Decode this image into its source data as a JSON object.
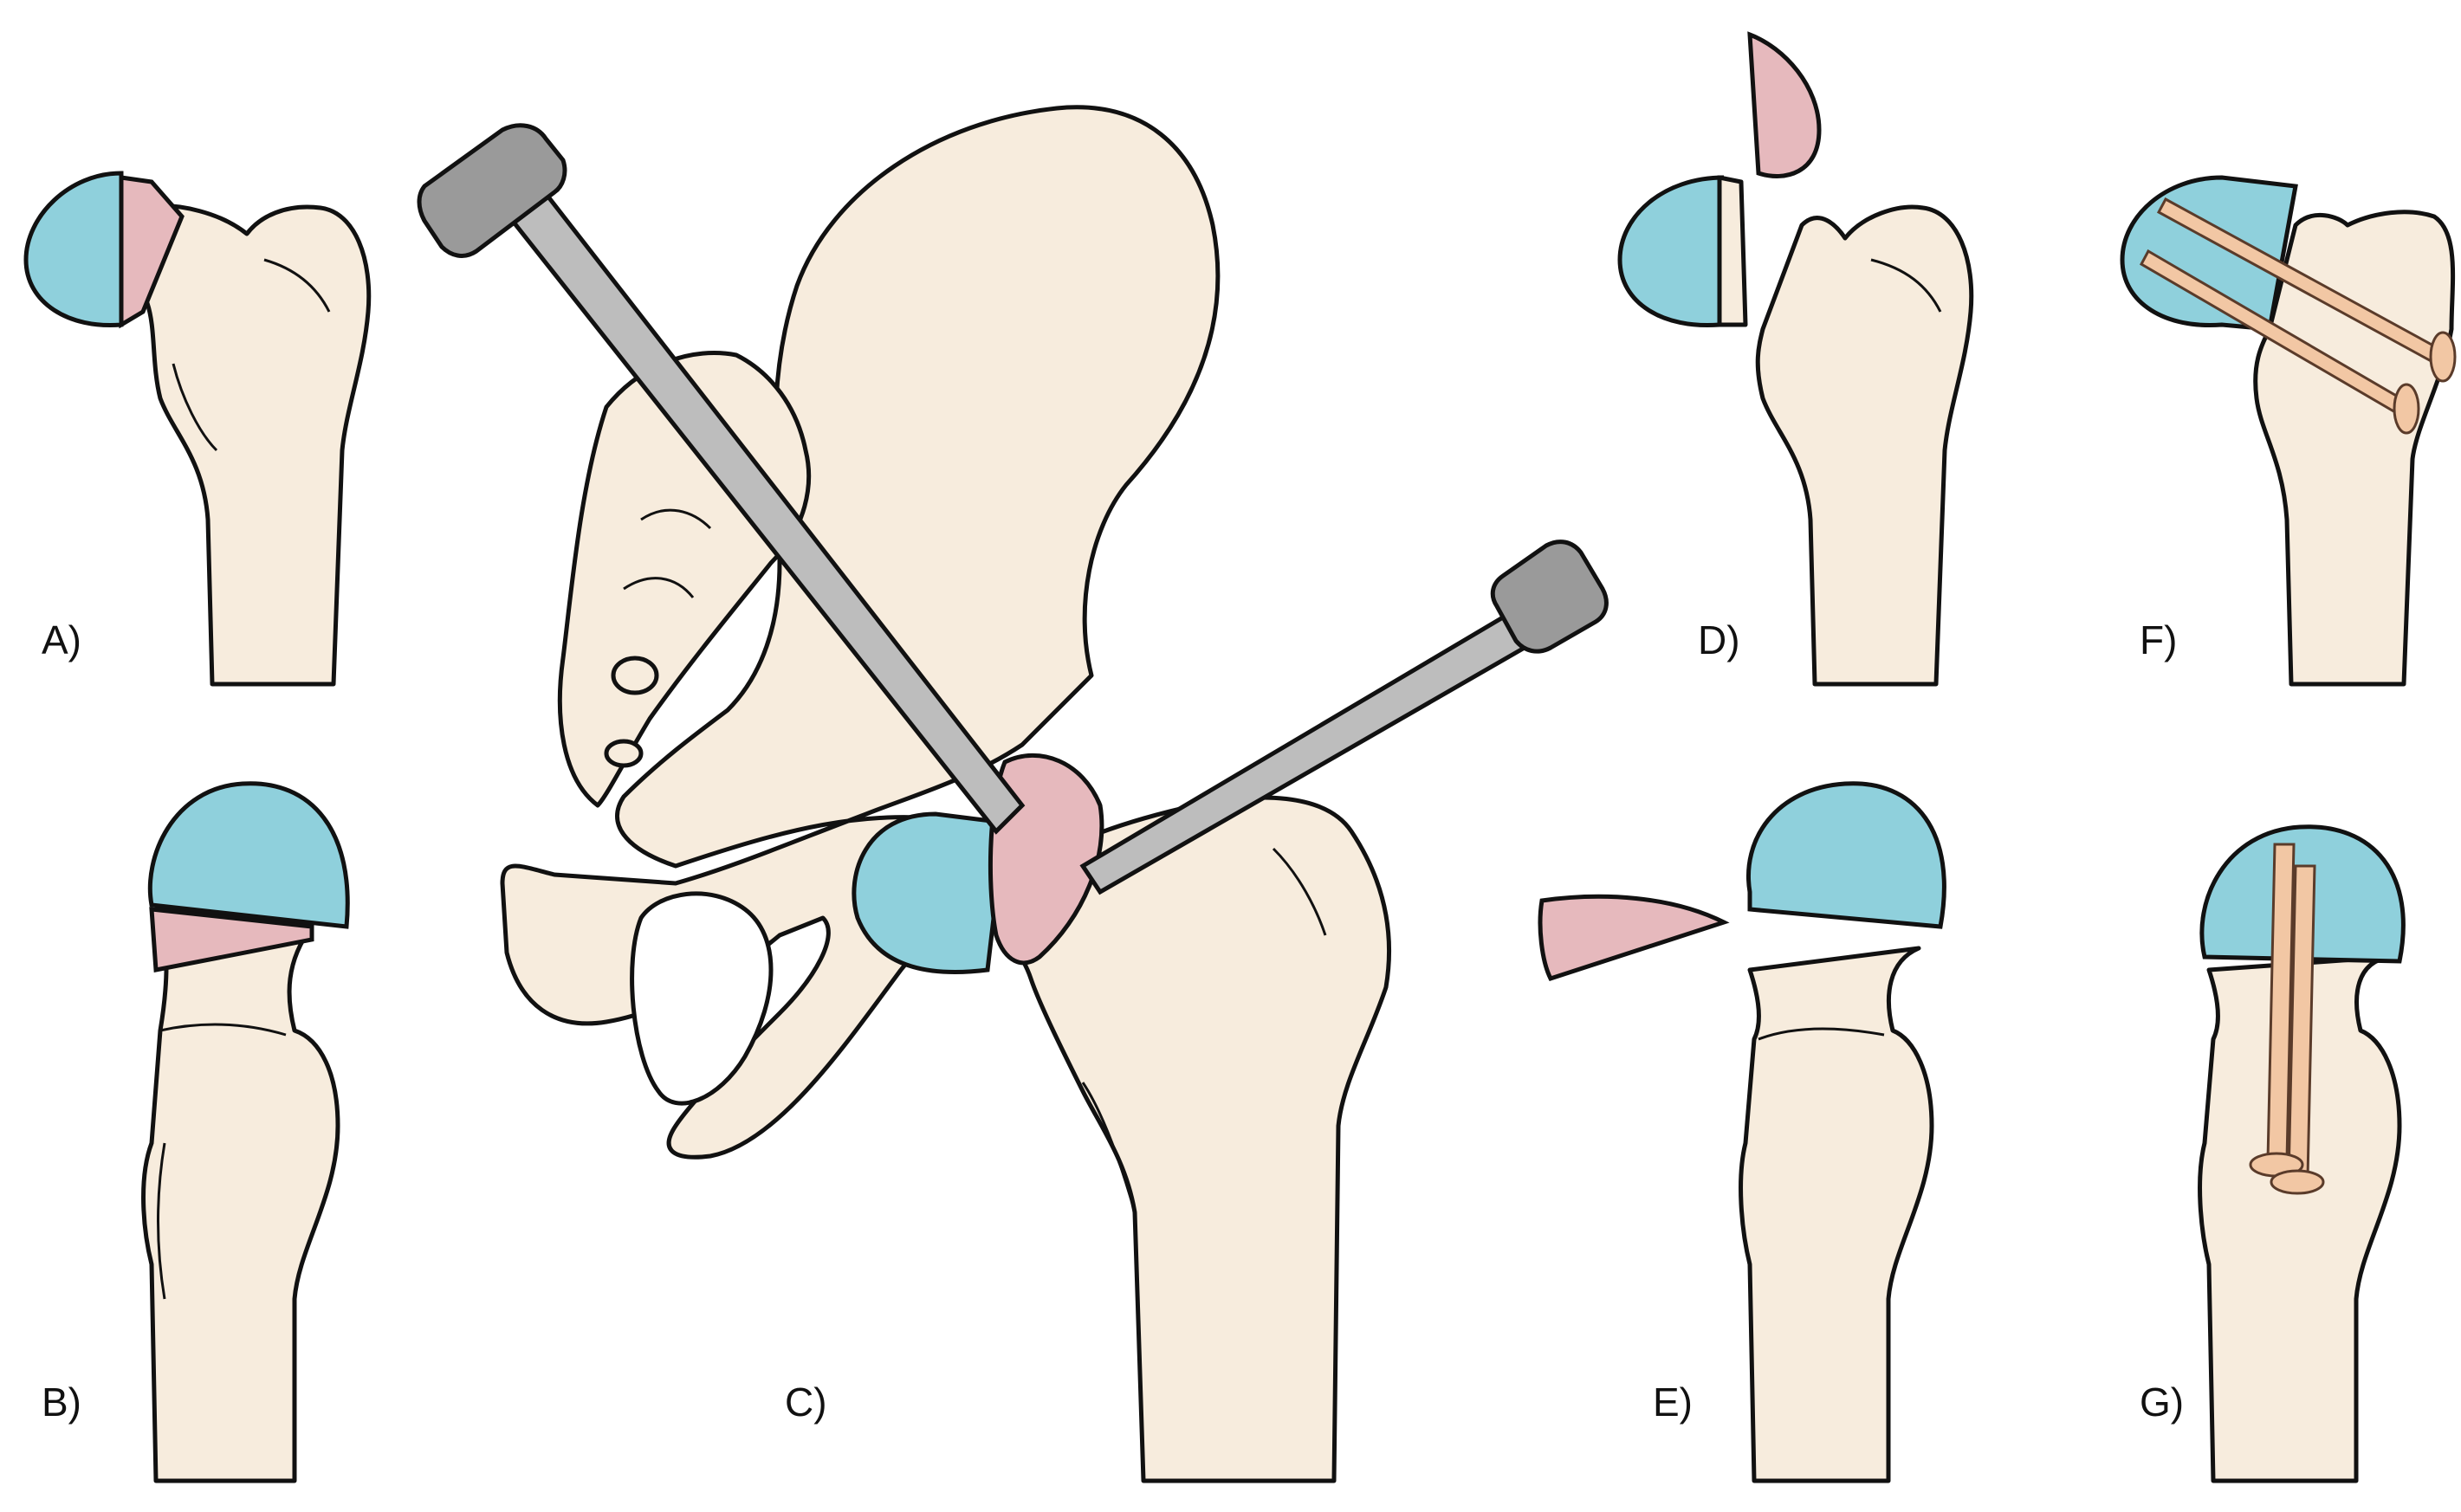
{
  "panels": [
    {
      "id": "A",
      "label": "A)"
    },
    {
      "id": "B",
      "label": "B)"
    },
    {
      "id": "C",
      "label": "C)"
    },
    {
      "id": "D",
      "label": "D)"
    },
    {
      "id": "E",
      "label": "E)"
    },
    {
      "id": "F",
      "label": "F)"
    },
    {
      "id": "G",
      "label": "G)"
    }
  ],
  "colors": {
    "bone": "#f7ecdd",
    "femoral_head_cartilage": "#8fd0dc",
    "resected_wedge": "#e6b9bd",
    "instrument": "#bdbdbd",
    "screw": "#f2c7a4"
  }
}
